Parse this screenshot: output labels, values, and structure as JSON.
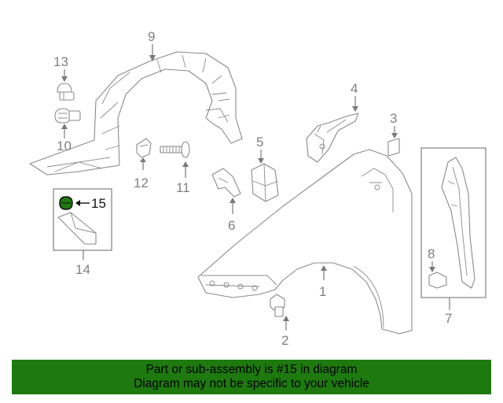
{
  "callouts": {
    "c1": "1",
    "c2": "2",
    "c3": "3",
    "c4": "4",
    "c5": "5",
    "c6": "6",
    "c7": "7",
    "c8": "8",
    "c9": "9",
    "c10": "10",
    "c11": "11",
    "c12": "12",
    "c13": "13",
    "c14": "14",
    "c15": "15"
  },
  "highlight_part": "15",
  "highlight_color": "#1e7a0f",
  "banner": {
    "line1": "Part or sub-assembly is #15 in diagram",
    "line2": "Diagram may not be specific to your vehicle",
    "background": "#1e7a0f"
  }
}
